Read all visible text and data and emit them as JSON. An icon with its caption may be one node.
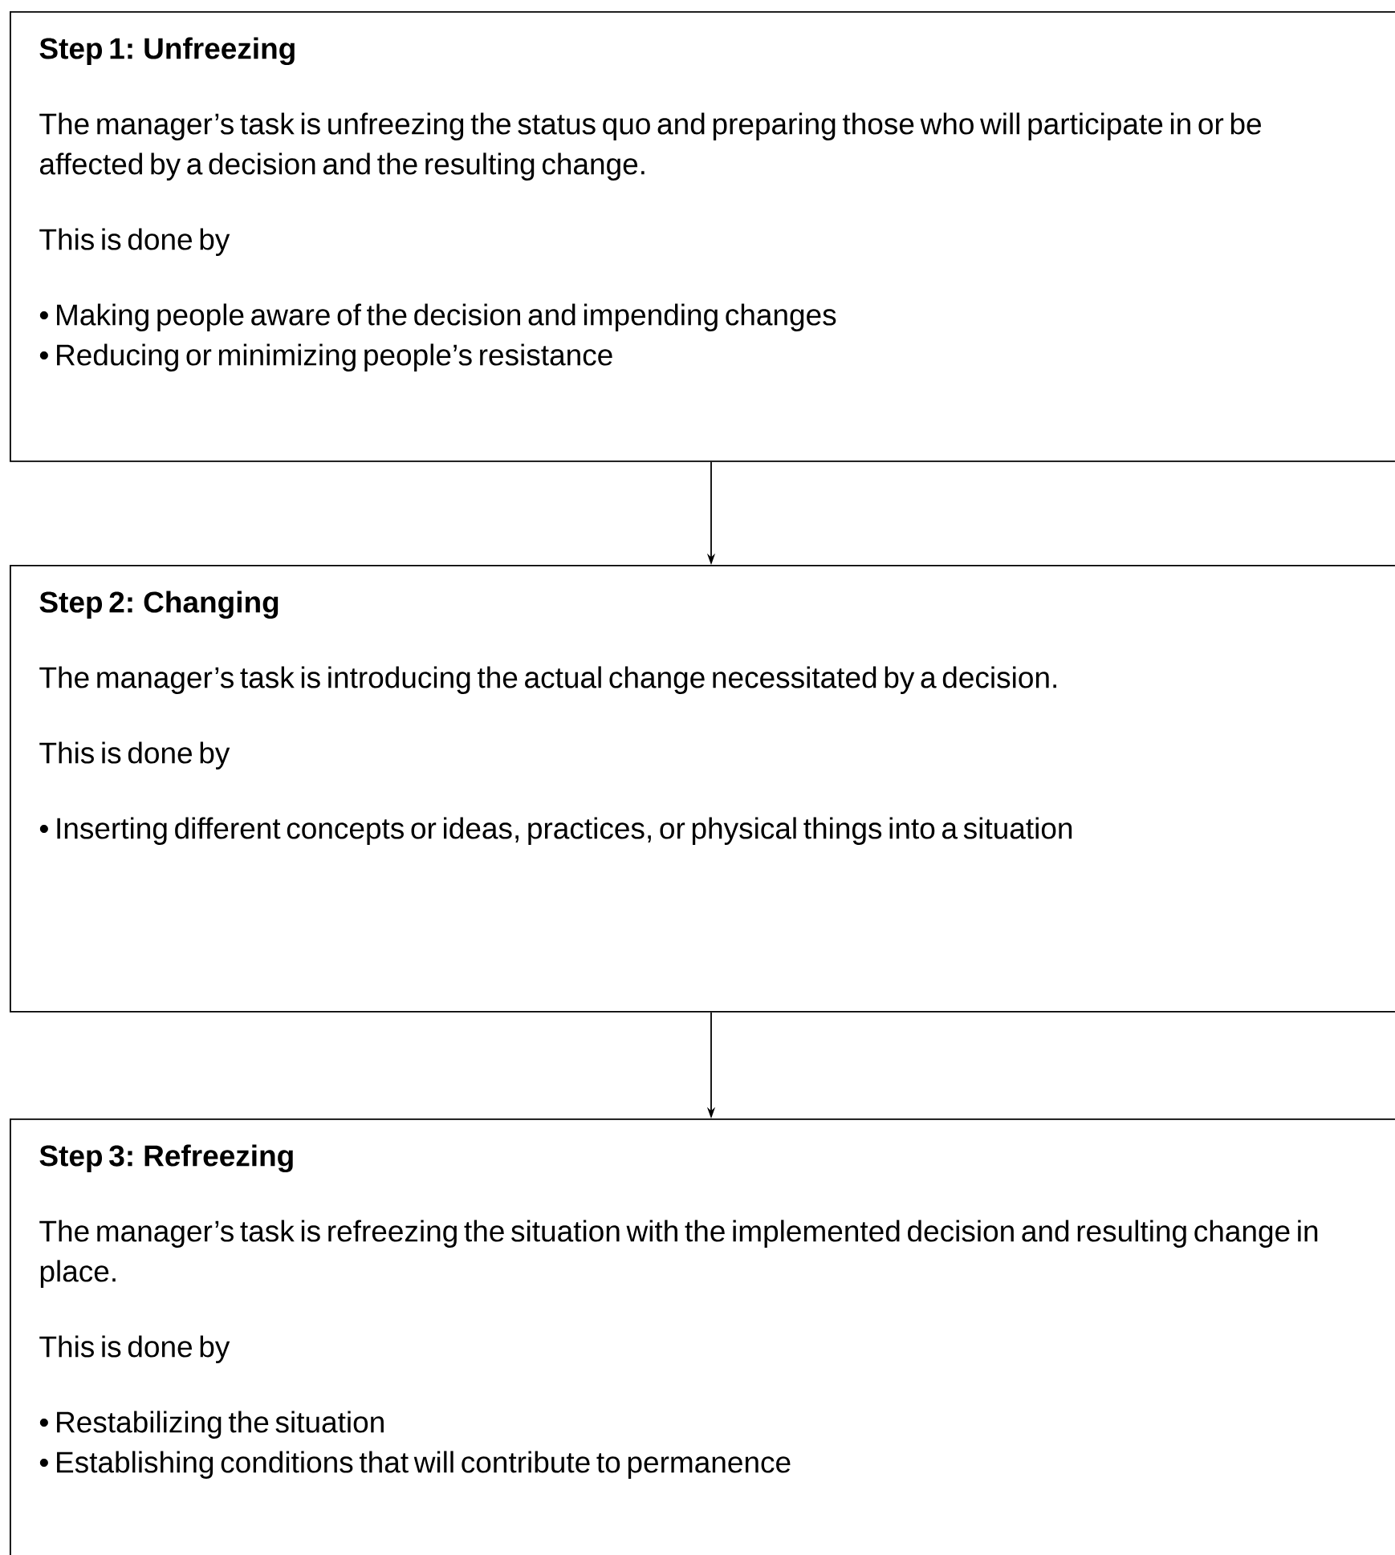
{
  "diagram": {
    "nodes": [
      {
        "text": [
          "Step 1: Unfreezing",
          "The manager’s task is unfreezing the status quo and preparing those who will participate in or be affected by a decision and the resulting change.",
          "This is done by",
          "• Making people aware of the decision and impending changes",
          "• Reducing or minimizing people’s resistance"
        ]
      },
      {
        "text": [
          "Step 2: Changing",
          "The manager’s task is introducing the actual change necessitated by a decision.",
          "This is done by",
          "• Inserting different concepts or ideas, practices, or physical things into a situation"
        ]
      },
      {
        "text": [
          "Step 3: Refreezing",
          "The manager’s task is refreezing the situation with the implemented decision and resulting change in place.",
          "This is done by",
          "• Restabilizing the situation",
          "• Establishing conditions that will contribute to permanence"
        ]
      }
    ],
    "edges": [
      {
        "from": 0,
        "to": 1,
        "arrow": "to"
      },
      {
        "from": 1,
        "to": 2,
        "arrow": "to"
      }
    ]
  }
}
